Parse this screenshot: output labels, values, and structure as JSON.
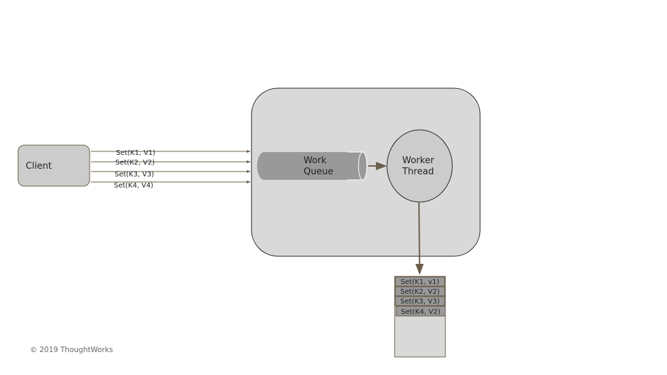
{
  "diagram": {
    "client": {
      "label": "Client"
    },
    "messages": [
      "Set(K1, V1)",
      "Set(K2, V2)",
      "Set(K3, V3)",
      "Set(K4, V4)"
    ],
    "queue": {
      "line1": "Work",
      "line2": "Queue"
    },
    "worker": {
      "line1": "Worker",
      "line2": "Thread"
    },
    "store": {
      "entries": [
        "Set(K1, v1)",
        "Set(K2, V2)",
        "Set(K3, V3)",
        "Set(K4, V2)"
      ]
    },
    "colors": {
      "arrow": "#6b5f4b",
      "container_fill": "#d9d9d9",
      "queue_fill": "#999999",
      "client_fill": "#cccccc",
      "entry_fill": "#999999"
    }
  },
  "footer": {
    "copyright": "© 2019 ThoughtWorks"
  }
}
